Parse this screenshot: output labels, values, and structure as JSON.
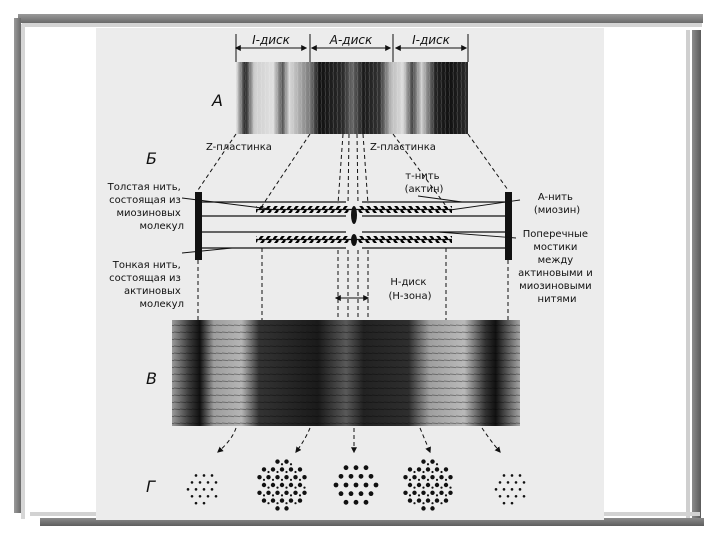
{
  "panels": {
    "a": "А",
    "b": "Б",
    "c": "В",
    "d": "Г"
  },
  "bands": {
    "i_disk_left": "I-диск",
    "a_disk": "A-диск",
    "i_disk_right": "I-диск"
  },
  "labels": {
    "z_plate_left": "Z-пластинка",
    "z_plate_right": "Z-пластинка",
    "thick_filament": [
      "Толстая нить,",
      "состоящая из",
      "миозиновых",
      "молекул"
    ],
    "thin_filament": [
      "Тонкая нить,",
      "состоящая из",
      "актиновых",
      "молекул"
    ],
    "t_filament": [
      "т-нить",
      "(актин)"
    ],
    "a_filament": [
      "A-нить",
      "(миозин)"
    ],
    "cross_bridges": [
      "Поперечные",
      "мостики",
      "между",
      "актиновыми и",
      "миозиновыми",
      "нитями"
    ],
    "h_disk": [
      "H-диск",
      "(H-зона)"
    ]
  },
  "colors": {
    "frame_dark": "#6a6a6a",
    "frame_light": "#d4d4d4",
    "panel_bg": "#ececec",
    "ink": "#111111"
  }
}
